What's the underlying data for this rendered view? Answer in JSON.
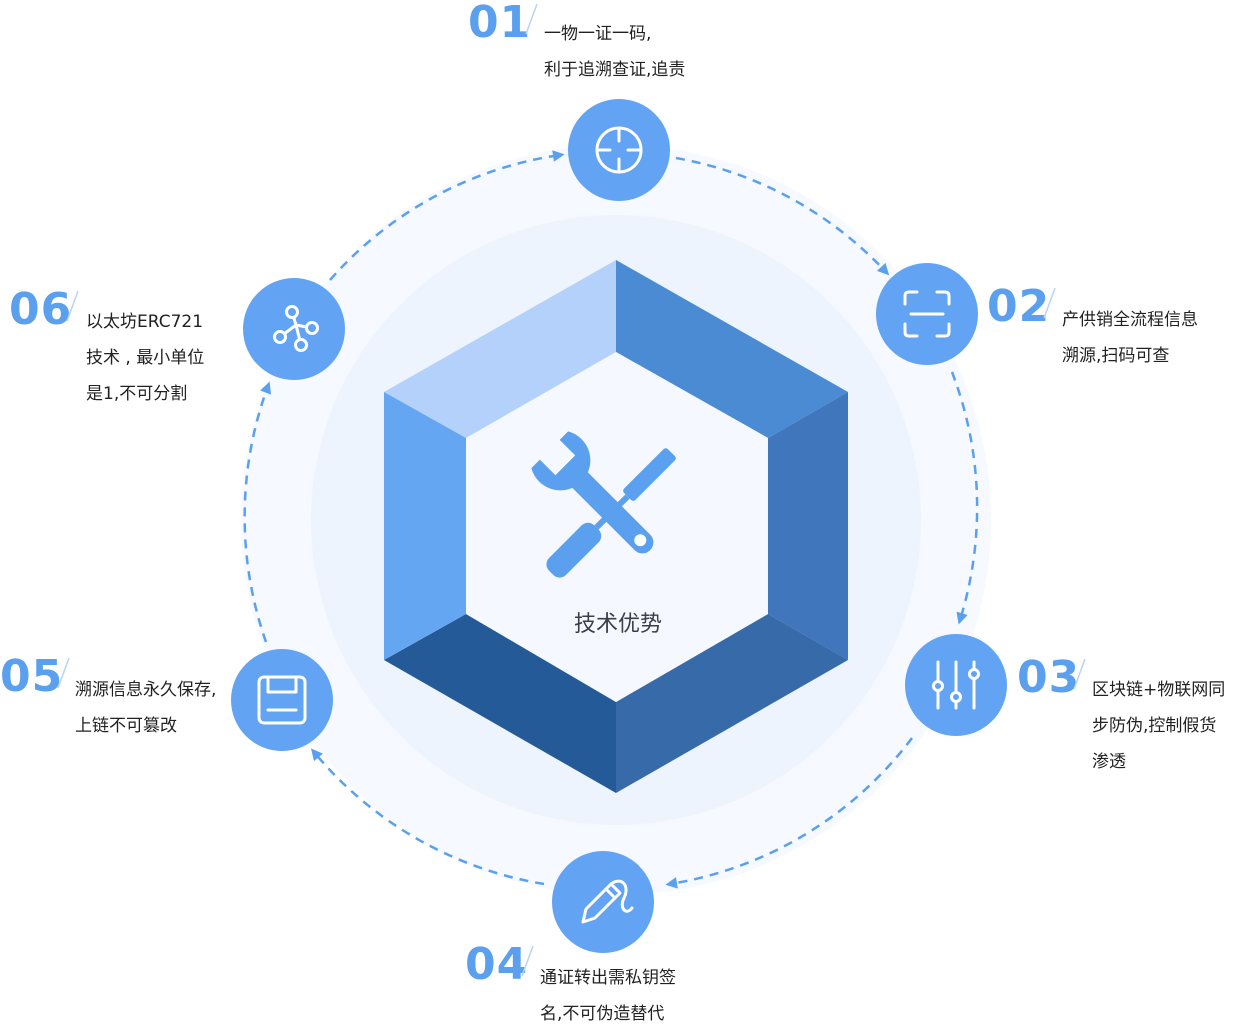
{
  "center": {
    "label": "技术优势",
    "icon": "tools-icon"
  },
  "features": [
    {
      "number": "01",
      "icon": "target-icon",
      "lines": [
        "一物一证一码,",
        "利于追溯查证,追责"
      ]
    },
    {
      "number": "02",
      "icon": "scan-icon",
      "lines": [
        "产供销全流程信息",
        "溯源,扫码可查"
      ]
    },
    {
      "number": "03",
      "icon": "sliders-icon",
      "lines": [
        "区块链+物联网同",
        "步防伪,控制假货",
        "渗透"
      ]
    },
    {
      "number": "04",
      "icon": "pen-icon",
      "lines": [
        "通证转出需私钥签",
        "名,不可伪造替代"
      ]
    },
    {
      "number": "05",
      "icon": "save-icon",
      "lines": [
        "溯源信息永久保存,",
        "上链不可篡改"
      ]
    },
    {
      "number": "06",
      "icon": "network-icon",
      "lines": [
        "以太坊ERC721",
        "技术 , 最小单位",
        "是1,不可分割"
      ]
    }
  ],
  "colors": {
    "node": "#62a3f3",
    "accent": "#5aa0ee",
    "hex_top_left": "#b3d1fb",
    "hex_top_right": "#4a8bd4",
    "hex_left": "#64a6f2",
    "hex_right": "#4076bb",
    "hex_bottom_left": "#245a97",
    "hex_bottom_right": "#376aa9"
  }
}
